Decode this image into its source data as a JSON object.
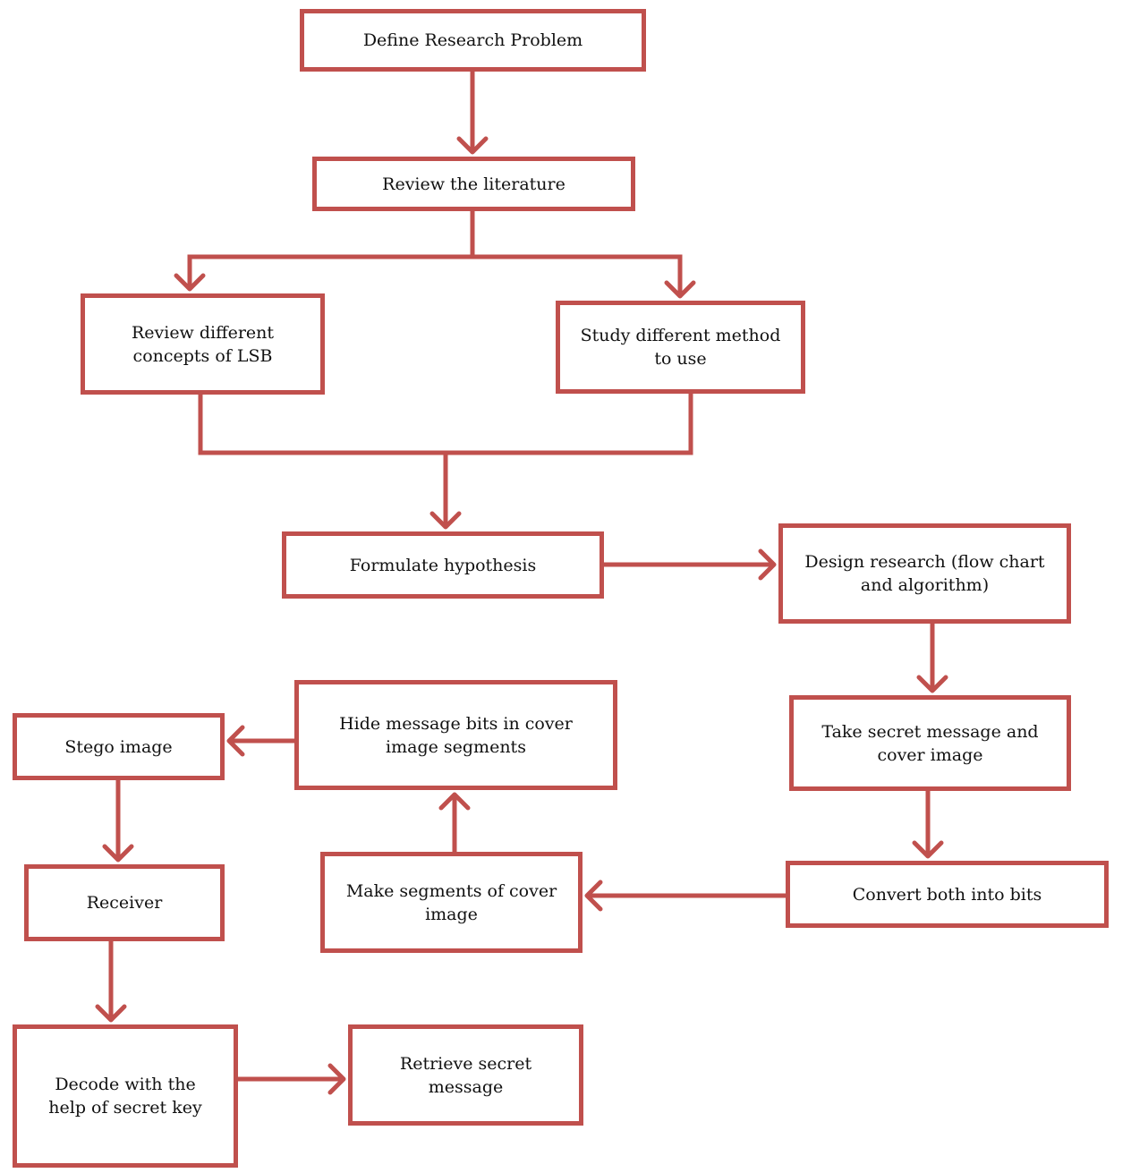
{
  "diagram": {
    "stroke_color": "#c0504d",
    "nodes": [
      {
        "id": "define",
        "label": "Define Research Problem"
      },
      {
        "id": "review_lit",
        "label": "Review the literature"
      },
      {
        "id": "review_lsb",
        "label": "Review different\nconcepts of LSB"
      },
      {
        "id": "study_method",
        "label": "Study different method\nto use"
      },
      {
        "id": "hypothesis",
        "label": "Formulate hypothesis"
      },
      {
        "id": "design",
        "label": "Design research (flow chart\nand algorithm)"
      },
      {
        "id": "take_secret",
        "label": "Take secret message and\ncover image"
      },
      {
        "id": "convert_bits",
        "label": "Convert both into bits"
      },
      {
        "id": "make_segments",
        "label": "Make segments of cover\nimage"
      },
      {
        "id": "hide_bits",
        "label": "Hide message bits in cover\nimage segments"
      },
      {
        "id": "stego",
        "label": "Stego image"
      },
      {
        "id": "receiver",
        "label": "Receiver"
      },
      {
        "id": "decode",
        "label": "Decode with the\nhelp of secret key"
      },
      {
        "id": "retrieve",
        "label": "Retrieve secret\nmessage"
      }
    ],
    "edges": [
      {
        "from": "define",
        "to": "review_lit"
      },
      {
        "from": "review_lit",
        "to": "review_lsb"
      },
      {
        "from": "review_lit",
        "to": "study_method"
      },
      {
        "from": "review_lsb",
        "to": "hypothesis"
      },
      {
        "from": "study_method",
        "to": "hypothesis"
      },
      {
        "from": "hypothesis",
        "to": "design"
      },
      {
        "from": "design",
        "to": "take_secret"
      },
      {
        "from": "take_secret",
        "to": "convert_bits"
      },
      {
        "from": "convert_bits",
        "to": "make_segments"
      },
      {
        "from": "make_segments",
        "to": "hide_bits"
      },
      {
        "from": "hide_bits",
        "to": "stego"
      },
      {
        "from": "stego",
        "to": "receiver"
      },
      {
        "from": "receiver",
        "to": "decode"
      },
      {
        "from": "decode",
        "to": "retrieve"
      }
    ]
  }
}
